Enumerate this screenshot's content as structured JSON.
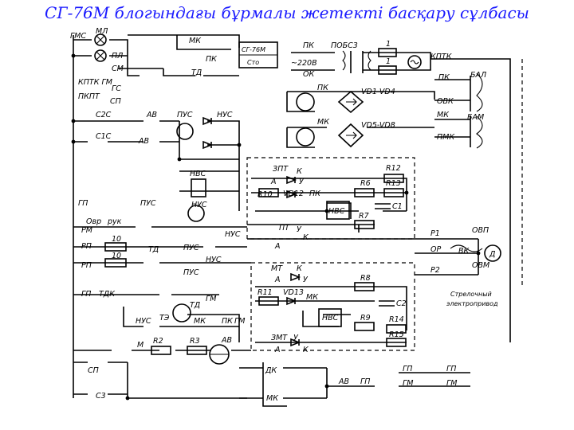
{
  "title": "СГ-76М блогындағы бұрмалы жетекті басқару сұлбасы",
  "colors": {
    "title": "#1a1aff",
    "wire": "#000000",
    "background": "#ffffff"
  },
  "labels": {
    "gms": "ГМС",
    "ml": "МЛ",
    "pl": "ПЛ",
    "sm": "СМ",
    "mk_top": "МК",
    "pk_top": "ПК",
    "td_top": "ТД",
    "sg76m": "СГ-76М",
    "sto": "Сто",
    "kptk_gm": "КПТК ГМ",
    "gs": "ГС",
    "pkpt": "ПКПТ",
    "sp": "СП",
    "pk_src": "ПК",
    "pobs": "ПОБС3",
    "v220": "~220В",
    "ok": "ОК",
    "one_a": "1",
    "one_b": "1",
    "kptk": "КПТК",
    "pk_r": "ПК",
    "bal": "БАЛ",
    "ovk": "ОВК",
    "mk_r": "МК",
    "bam": "БАМ",
    "pmk": "ПМК",
    "pk_lamp": "ПК",
    "vd1": "VD1-VD4",
    "mk_lamp": "МК",
    "vd5": "VD5-VD8",
    "s2s": "С2С",
    "av1": "АВ",
    "pus1": "ПУС",
    "nus1": "НУС",
    "s1s": "С1С",
    "av2": "АВ",
    "zpt": "ЗПТ",
    "k1": "К",
    "r12": "R12",
    "a1": "А",
    "u1": "У",
    "r13": "R13",
    "nvs1": "НВС",
    "r10": "R10",
    "vd12": "VD12",
    "pk_in": "ПК",
    "r6": "R6",
    "nvs2": "НВС",
    "c1": "C1",
    "r7": "R7",
    "gp": "ГП",
    "pus2": "ПУС",
    "nus2": "НУС",
    "ovr": "Овр",
    "ruk": "рук",
    "rm": "РМ",
    "nus3": "НУС",
    "pt": "ПТ",
    "u2": "У",
    "a2": "А",
    "k2": "К",
    "p1": "Р1",
    "rp1": "РП",
    "n10a": "10",
    "pus3": "ПУС",
    "obp": "ОВП",
    "rp2": "РП",
    "n10b": "10",
    "td2": "ТД",
    "nus4": "НУС",
    "or": "ОР",
    "vk": "ВК",
    "d": "Д",
    "ovm": "ОВМ",
    "p2": "Р2",
    "pus4": "ПУС",
    "mt": "МТ",
    "k3": "К",
    "a3": "А",
    "u3": "У",
    "r8": "R8",
    "gp2": "ГП",
    "tdk": "ТДК",
    "r11": "R11",
    "vd13": "VD13",
    "mk_in": "МК",
    "nvs3": "НВС",
    "c2": "C2",
    "td3": "ТД",
    "gm": "ГМ",
    "nus5": "НУС",
    "te": "ТЭ",
    "mk3": "МК",
    "pk3": "ПК",
    "gm3": "ГМ",
    "r9": "R9",
    "r14": "R14",
    "m": "М",
    "r2": "R2",
    "r3": "R3",
    "av3": "АВ",
    "zmt": "ЗМТ",
    "a4": "А",
    "u4": "У",
    "k4": "К",
    "r15": "R15",
    "strel1": "Стрелочный",
    "strel2": "электропривод",
    "sp2": "СП",
    "dk": "ДК",
    "gp3": "ГП",
    "gp4": "ГП",
    "sz": "С3",
    "av4": "АВ",
    "gp5": "ГП",
    "gm4": "ГМ",
    "gm5": "ГМ",
    "mk4": "МК"
  }
}
